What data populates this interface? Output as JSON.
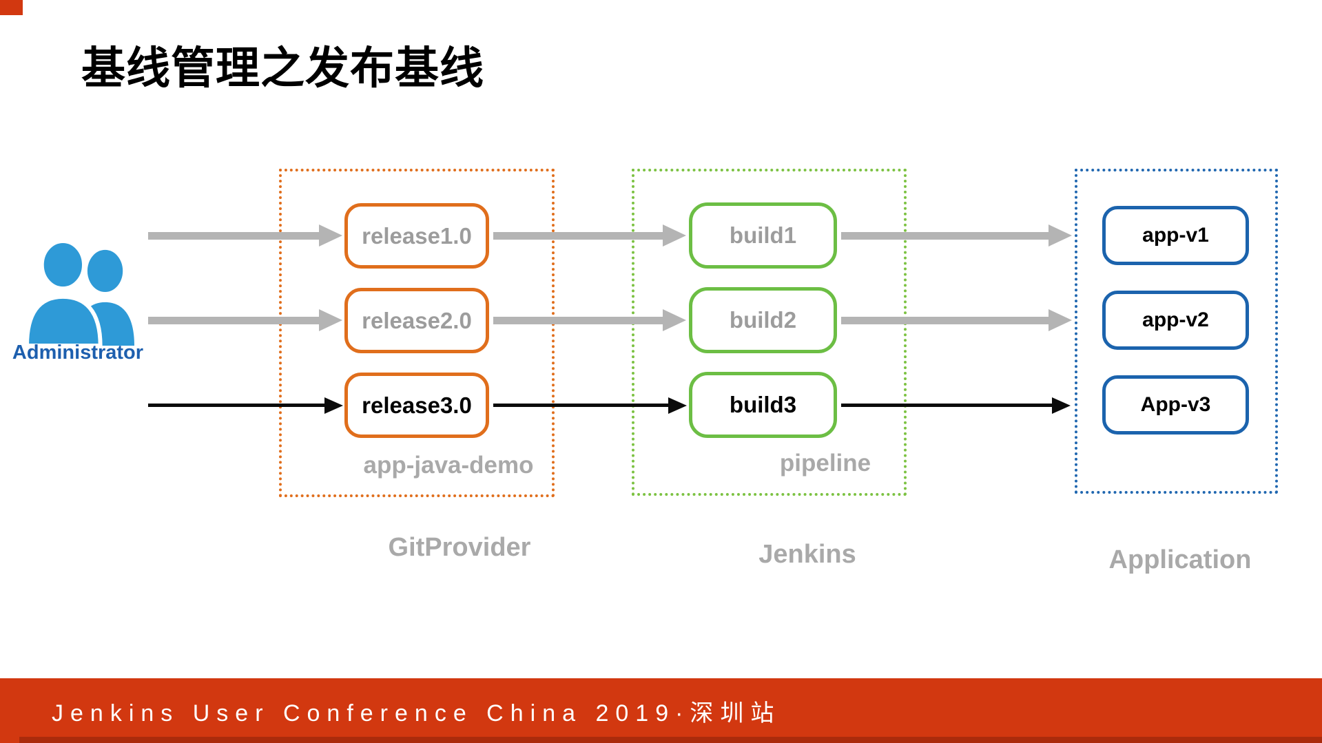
{
  "slide": {
    "title": "基线管理之发布基线",
    "accent_color": "#d23810"
  },
  "actor": {
    "label": "Administrator",
    "icon": "two-users-icon",
    "icon_color": "#2e9ad7",
    "label_color": "#1d5fae"
  },
  "groups": [
    {
      "id": "git",
      "border_color": "#e06e1c",
      "inner_label": "app-java-demo",
      "outer_label": "GitProvider",
      "nodes": [
        {
          "label": "release1.0",
          "text_color": "#9c9c9c"
        },
        {
          "label": "release2.0",
          "text_color": "#9c9c9c"
        },
        {
          "label": "release3.0",
          "text_color": "#000000"
        }
      ]
    },
    {
      "id": "jenkins",
      "border_color": "#7cc242",
      "inner_label": "pipeline",
      "outer_label": "Jenkins",
      "nodes": [
        {
          "label": "build1",
          "text_color": "#9c9c9c"
        },
        {
          "label": "build2",
          "text_color": "#9c9c9c"
        },
        {
          "label": "build3",
          "text_color": "#000000"
        }
      ]
    },
    {
      "id": "app",
      "border_color": "#2067b0",
      "inner_label": "",
      "outer_label": "Application",
      "nodes": [
        {
          "label": "app-v1",
          "text_color": "#000000"
        },
        {
          "label": "app-v2",
          "text_color": "#000000"
        },
        {
          "label": "App-v3",
          "text_color": "#000000"
        }
      ]
    }
  ],
  "arrows": {
    "gray_color": "#b4b4b4",
    "black_color": "#0b0b0b",
    "rows_gray": [
      "admin→release1.0",
      "release1.0→build1",
      "build1→app-v1",
      "admin→release2.0",
      "release2.0→build2",
      "build2→app-v2"
    ],
    "rows_black": [
      "admin→release3.0",
      "release3.0→build3",
      "build3→App-v3"
    ]
  },
  "footer": {
    "text": "Jenkins User Conference China 2019·深圳站",
    "bar_color": "#d23810",
    "text_color": "#ffffff"
  }
}
